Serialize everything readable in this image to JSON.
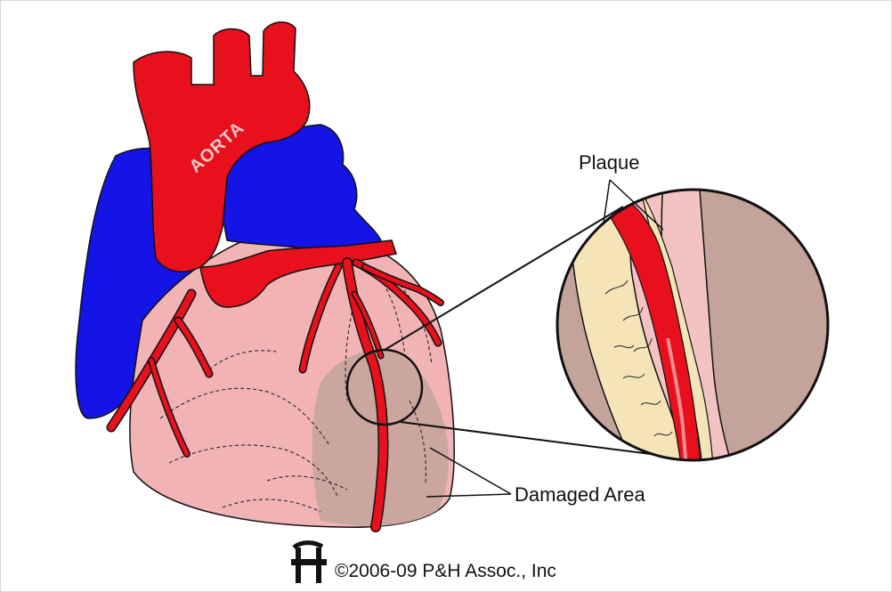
{
  "labels": {
    "aorta": "AORTA",
    "plaque": "Plaque",
    "damaged_area": "Damaged Area"
  },
  "footer": {
    "logo_text": "H",
    "copyright": "©2006-09 P&H Assoc., Inc"
  },
  "colors": {
    "artery_red": "#e8101c",
    "vein_blue": "#1414e6",
    "heart_pink": "#f2b3b5",
    "damaged_tan": "#c4a39a",
    "plaque_cream": "#f5e4b8",
    "vessel_wall": "#f3c3c3",
    "outline": "#111111"
  }
}
